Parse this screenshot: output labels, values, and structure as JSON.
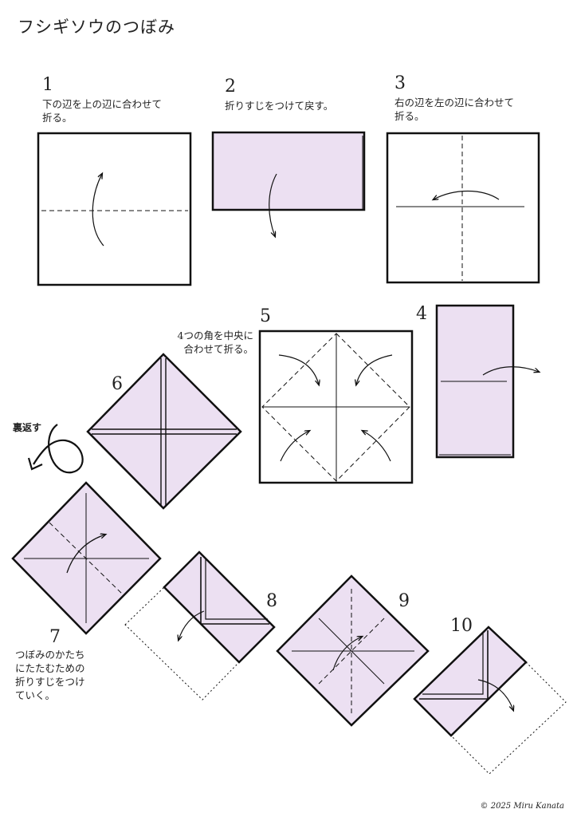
{
  "title": "フシギソウのつぼみ",
  "steps": [
    {
      "number": "1",
      "caption": "下の辺を上の辺に合わせて\n折る。"
    },
    {
      "number": "2",
      "caption": "折りすじをつけて戻す。"
    },
    {
      "number": "3",
      "caption": "右の辺を左の辺に合わせて\n折る。"
    },
    {
      "number": "4",
      "caption": ""
    },
    {
      "number": "5",
      "caption": "4つの角を中央に\n合わせて折る。"
    },
    {
      "number": "6",
      "caption": ""
    },
    {
      "number": "7",
      "caption": "つぼみのかたち\nにたたむための\n折りすじをつけ\nていく。"
    },
    {
      "number": "8",
      "caption": ""
    },
    {
      "number": "9",
      "caption": ""
    },
    {
      "number": "10",
      "caption": ""
    }
  ],
  "flip_label": "裏返す",
  "copyright": "© 2025 Miru Kanata",
  "colors": {
    "paper": "#ece0f2",
    "line": "#111111",
    "background": "#ffffff"
  }
}
